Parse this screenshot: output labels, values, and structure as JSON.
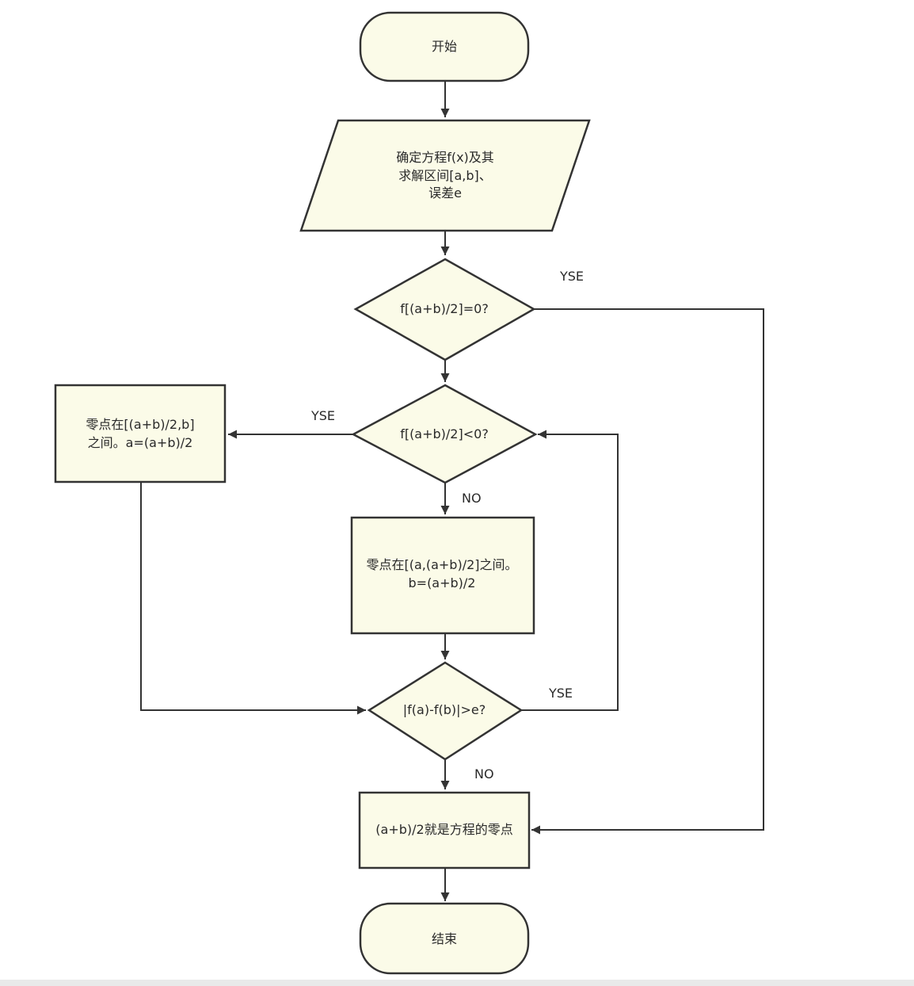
{
  "flowchart": {
    "nodes": {
      "start": {
        "type": "terminal",
        "lines": [
          "开始"
        ]
      },
      "input": {
        "type": "io",
        "lines": [
          "确定方程f(x)及其",
          "求解区间[a,b]、",
          "误差e"
        ]
      },
      "check_zero": {
        "type": "decision",
        "lines": [
          "f[(a+b)/2]=0?"
        ]
      },
      "check_negative": {
        "type": "decision",
        "lines": [
          "f[(a+b)/2]<0?"
        ]
      },
      "set_a": {
        "type": "process",
        "lines": [
          "零点在[(a+b)/2,b]",
          "之间。a=(a+b)/2"
        ]
      },
      "set_b": {
        "type": "process",
        "lines": [
          "零点在[(a,(a+b)/2]之间。",
          "b=(a+b)/2"
        ]
      },
      "check_error": {
        "type": "decision",
        "lines": [
          "|f(a)-f(b)|>e?"
        ]
      },
      "result": {
        "type": "process",
        "lines": [
          "(a+b)/2就是方程的零点"
        ]
      },
      "end": {
        "type": "terminal",
        "lines": [
          "结束"
        ]
      }
    },
    "edges": [
      {
        "from": "start",
        "to": "input",
        "label": ""
      },
      {
        "from": "input",
        "to": "check_zero",
        "label": ""
      },
      {
        "from": "check_zero",
        "to": "result",
        "label": "YSE"
      },
      {
        "from": "check_zero",
        "to": "check_negative",
        "label": ""
      },
      {
        "from": "check_negative",
        "to": "set_a",
        "label": "YSE"
      },
      {
        "from": "check_negative",
        "to": "set_b",
        "label": "NO"
      },
      {
        "from": "set_a",
        "to": "check_error",
        "label": ""
      },
      {
        "from": "set_b",
        "to": "check_error",
        "label": ""
      },
      {
        "from": "check_error",
        "to": "check_negative",
        "label": "YSE"
      },
      {
        "from": "check_error",
        "to": "result",
        "label": "NO"
      },
      {
        "from": "result",
        "to": "end",
        "label": ""
      }
    ]
  },
  "colors": {
    "node_fill": "#fbfbe8",
    "stroke": "#333333",
    "text": "#2a2a2a"
  }
}
